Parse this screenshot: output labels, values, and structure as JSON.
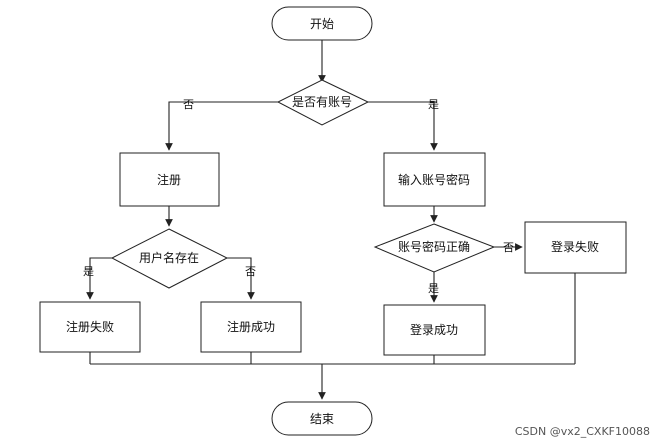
{
  "nodes": {
    "start": "开始",
    "has_account": "是否有账号",
    "register": "注册",
    "enter_credentials": "输入账号密码",
    "username_exists": "用户名存在",
    "credentials_correct": "账号密码正确",
    "register_fail": "注册失败",
    "register_success": "注册成功",
    "login_success": "登录成功",
    "login_fail": "登录失败",
    "end": "结束"
  },
  "edge_labels": {
    "has_account_no": "否",
    "has_account_yes": "是",
    "username_exists_yes": "是",
    "username_exists_no": "否",
    "credentials_no": "否",
    "credentials_yes": "是"
  },
  "watermark": "CSDN @vx2_CXKF10088",
  "colors": {
    "stroke": "#222222",
    "background": "#ffffff",
    "text": "#111111",
    "watermark": "#555555"
  }
}
